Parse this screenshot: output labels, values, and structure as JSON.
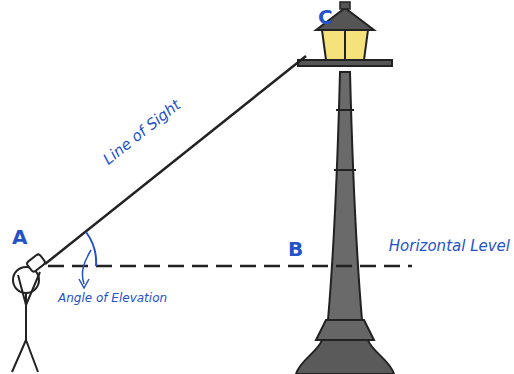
{
  "diagram": {
    "labels": [
      "C",
      "Line of Sight",
      "A",
      "B",
      "Horizontal Level",
      "Angle of Elevation"
    ]
  }
}
